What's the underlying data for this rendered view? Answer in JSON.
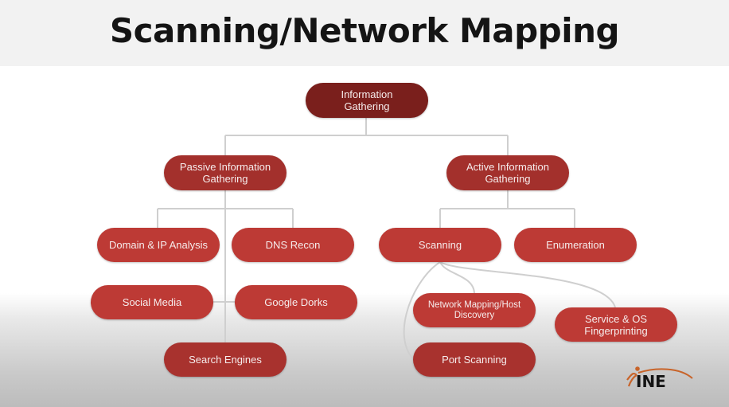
{
  "slide": {
    "title": "Scanning/Network Mapping"
  },
  "diagram": {
    "root": {
      "label_line1": "Information",
      "label_line2": "Gathering"
    },
    "passive": {
      "label_line1": "Passive Information",
      "label_line2": "Gathering",
      "children": [
        {
          "label": "Domain & IP Analysis"
        },
        {
          "label": "DNS Recon"
        },
        {
          "label": "Social Media"
        },
        {
          "label": "Google Dorks"
        },
        {
          "label": "Search Engines"
        }
      ]
    },
    "active": {
      "label_line1": "Active Information",
      "label_line2": "Gathering",
      "children": [
        {
          "label": "Scanning"
        },
        {
          "label": "Enumeration"
        }
      ],
      "scanning_children": [
        {
          "label_line1": "Network Mapping/Host",
          "label_line2": "Discovery"
        },
        {
          "label_line1": "Port Scanning",
          "label_line2": ""
        },
        {
          "label_line1": "Service & OS",
          "label_line2": "Fingerprinting"
        }
      ]
    }
  },
  "branding": {
    "logo_text": "INE",
    "logo_accent_color": "#c8642a"
  },
  "colors": {
    "root": "#7a1f1c",
    "level1": "#a3302c",
    "leaf": "#bd3a35",
    "connector": "#cfcfcf"
  }
}
